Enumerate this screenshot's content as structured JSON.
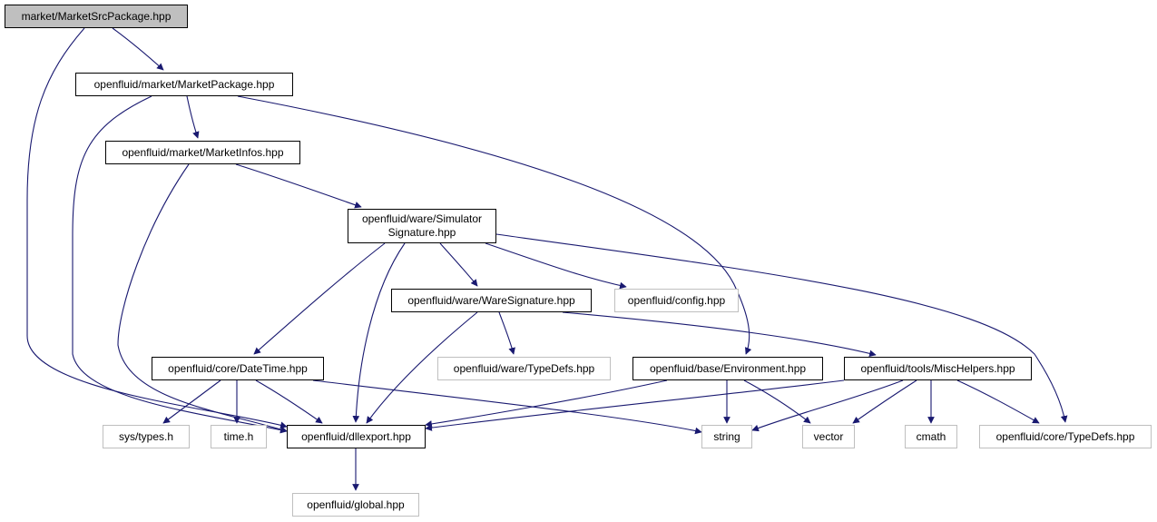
{
  "graph": {
    "nodes": [
      {
        "id": "root",
        "label": "market/MarketSrcPackage.hpp",
        "kind": "root"
      },
      {
        "id": "marketpkg",
        "label": "openfluid/market/MarketPackage.hpp",
        "kind": "link"
      },
      {
        "id": "marketinfos",
        "label": "openfluid/market/MarketInfos.hpp",
        "kind": "link"
      },
      {
        "id": "simsig",
        "label": "openfluid/ware/Simulator\nSignature.hpp",
        "kind": "link"
      },
      {
        "id": "waresig",
        "label": "openfluid/ware/WareSignature.hpp",
        "kind": "link"
      },
      {
        "id": "config",
        "label": "openfluid/config.hpp",
        "kind": "ext"
      },
      {
        "id": "datetime",
        "label": "openfluid/core/DateTime.hpp",
        "kind": "link"
      },
      {
        "id": "waretypedefs",
        "label": "openfluid/ware/TypeDefs.hpp",
        "kind": "ext"
      },
      {
        "id": "environment",
        "label": "openfluid/base/Environment.hpp",
        "kind": "link"
      },
      {
        "id": "mischelpers",
        "label": "openfluid/tools/MiscHelpers.hpp",
        "kind": "link"
      },
      {
        "id": "systypes",
        "label": "sys/types.h",
        "kind": "ext"
      },
      {
        "id": "timeh",
        "label": "time.h",
        "kind": "ext"
      },
      {
        "id": "dllexport",
        "label": "openfluid/dllexport.hpp",
        "kind": "link"
      },
      {
        "id": "string",
        "label": "string",
        "kind": "ext"
      },
      {
        "id": "vector",
        "label": "vector",
        "kind": "ext"
      },
      {
        "id": "cmath",
        "label": "cmath",
        "kind": "ext"
      },
      {
        "id": "coretypedefs",
        "label": "openfluid/core/TypeDefs.hpp",
        "kind": "ext"
      },
      {
        "id": "global",
        "label": "openfluid/global.hpp",
        "kind": "ext"
      }
    ],
    "edges": [
      [
        "root",
        "marketpkg"
      ],
      [
        "root",
        "dllexport"
      ],
      [
        "marketpkg",
        "marketinfos"
      ],
      [
        "marketpkg",
        "dllexport"
      ],
      [
        "marketpkg",
        "environment"
      ],
      [
        "marketinfos",
        "simsig"
      ],
      [
        "marketinfos",
        "dllexport"
      ],
      [
        "simsig",
        "waresig"
      ],
      [
        "simsig",
        "config"
      ],
      [
        "simsig",
        "datetime"
      ],
      [
        "simsig",
        "dllexport"
      ],
      [
        "simsig",
        "coretypedefs"
      ],
      [
        "waresig",
        "waretypedefs"
      ],
      [
        "waresig",
        "mischelpers"
      ],
      [
        "waresig",
        "dllexport"
      ],
      [
        "datetime",
        "systypes"
      ],
      [
        "datetime",
        "timeh"
      ],
      [
        "datetime",
        "dllexport"
      ],
      [
        "datetime",
        "string"
      ],
      [
        "environment",
        "dllexport"
      ],
      [
        "environment",
        "string"
      ],
      [
        "environment",
        "vector"
      ],
      [
        "mischelpers",
        "dllexport"
      ],
      [
        "mischelpers",
        "string"
      ],
      [
        "mischelpers",
        "vector"
      ],
      [
        "mischelpers",
        "cmath"
      ],
      [
        "mischelpers",
        "coretypedefs"
      ],
      [
        "dllexport",
        "global"
      ]
    ],
    "colors": {
      "edge": "#191970",
      "root_fill": "#bfbfbf",
      "ext_border": "#bfbfbf",
      "border": "#000000"
    }
  }
}
